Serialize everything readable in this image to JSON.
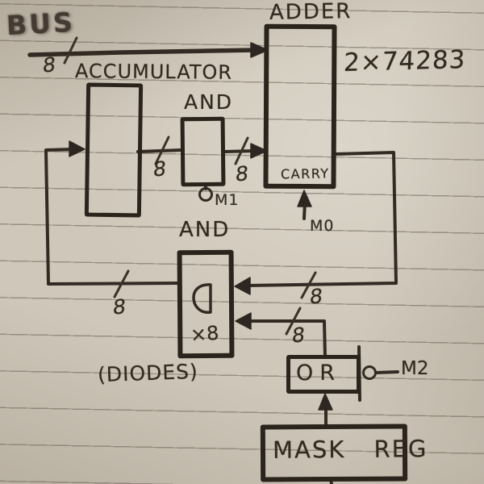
{
  "diagram": {
    "bus": {
      "label": "BUS",
      "width_label": "8"
    },
    "blocks": {
      "accumulator": {
        "label": "ACCUMULATOR"
      },
      "and1": {
        "label": "AND",
        "control": "M1"
      },
      "adder": {
        "label": "ADDER",
        "chip": "2×74283",
        "port": "CARRY",
        "control": "M0"
      },
      "and2": {
        "label": "AND",
        "multiplier": "×8",
        "note": "(DIODES)"
      },
      "or": {
        "label": "OR",
        "control": "M2"
      },
      "mask_reg": {
        "label": "MASK REG"
      }
    },
    "wires": {
      "acc_to_and1": {
        "width_label": "8"
      },
      "and1_to_adder": {
        "width_label": "8"
      },
      "adder_to_and2": {
        "width_label": "8"
      },
      "or_to_and2": {
        "width_label": "8"
      },
      "and2_to_accumulator": {
        "width_label": "8"
      }
    },
    "colors": {
      "ink": "#332b23",
      "paper": "#cfc7b9",
      "rule_line": "#8f867a"
    }
  }
}
